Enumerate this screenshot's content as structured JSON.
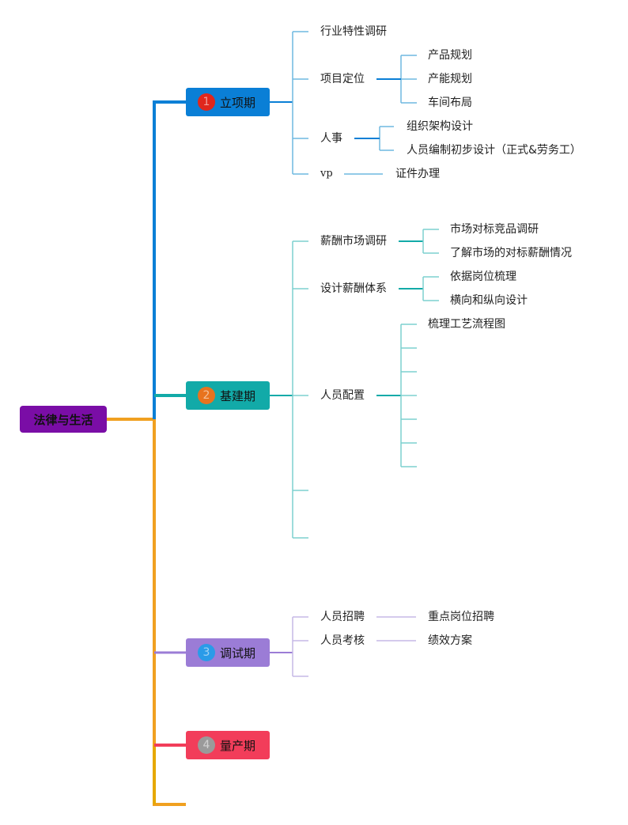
{
  "root": {
    "label": "法律与生活"
  },
  "colors": {
    "root_bg": "#7a0da6",
    "trunk": "#f0a020",
    "phase1": "#0a7fd6",
    "phase2": "#12aaa8",
    "phase3": "#9b7cd6",
    "phase4": "#f23d5a",
    "phase1_badge": "#e0261c",
    "phase2_badge": "#e8731e",
    "phase3_badge": "#2a9be8",
    "phase4_badge": "#9a9a9a",
    "branch1_line": "#6fb8e0",
    "branch2_line": "#7dd0cf",
    "branch3_line": "#c5b8e6"
  },
  "phases": [
    {
      "number": "1",
      "label": "立项期"
    },
    {
      "number": "2",
      "label": "基建期"
    },
    {
      "number": "3",
      "label": "调试期"
    },
    {
      "number": "4",
      "label": "量产期"
    }
  ],
  "phase1": {
    "industry": "行业特性调研",
    "positioning": "项目定位",
    "positioning_children": [
      "产品规划",
      "产能规划",
      "车间布局"
    ],
    "hr": "人事",
    "hr_children": [
      "组织架构设计",
      "人员编制初步设计（正式&劳务工）"
    ],
    "vp": "vp",
    "vp_child": "证件办理"
  },
  "phase2": {
    "salary_survey": "薪酬市场调研",
    "salary_survey_children": [
      "市场对标竞品调研",
      "了解市场的对标薪酬情况"
    ],
    "salary_system": "设计薪酬体系",
    "salary_system_children": [
      "依据岗位梳理",
      "横向和纵向设计"
    ],
    "staffing": "人员配置",
    "staffing_children": [
      "梳理工艺流程图"
    ]
  },
  "phase3": {
    "recruit": "人员招聘",
    "recruit_child": "重点岗位招聘",
    "assess": "人员考核",
    "assess_child": "绩效方案"
  }
}
